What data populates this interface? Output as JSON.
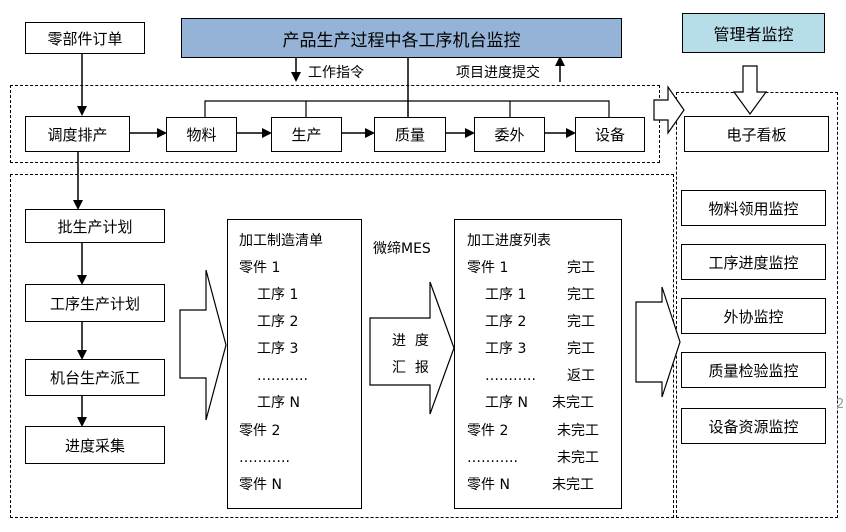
{
  "header": {
    "title": "产品生产过程中各工序机台监控"
  },
  "manager": {
    "title": "管理者监控"
  },
  "orders": {
    "label": "零部件订单"
  },
  "flow_labels": {
    "work_order": "工作指令",
    "progress_submit": "项目进度提交"
  },
  "top_row": {
    "schedule": "调度排产",
    "items": [
      "物料",
      "生产",
      "质量",
      "委外",
      "设备"
    ]
  },
  "dashboard": "电子看板",
  "left_chain": [
    "批生产计划",
    "工序生产计划",
    "机台生产派工",
    "进度采集"
  ],
  "mfg_list": {
    "title": "加工制造清单",
    "lines": [
      "零件 1",
      "工序 1",
      "工序 2",
      "工序 3",
      "………..",
      "工序 N",
      "零件 2",
      "………..",
      "零件 N"
    ]
  },
  "mes": {
    "label": "微缔MES",
    "arrow_line1": "进  度",
    "arrow_line2": "汇  报"
  },
  "progress_list": {
    "title": "加工进度列表",
    "rows": [
      {
        "name": "零件 1",
        "status": "完工"
      },
      {
        "name": "工序 1",
        "status": "完工"
      },
      {
        "name": "工序 2",
        "status": "完工"
      },
      {
        "name": "工序 3",
        "status": "完工"
      },
      {
        "name": "………..",
        "status": "返工"
      },
      {
        "name": "工序 N",
        "status": "未完工"
      },
      {
        "name": "零件 2",
        "status": "未完工"
      },
      {
        "name": "………..",
        "status": "未完工"
      },
      {
        "name": "零件 N",
        "status": "未完工"
      }
    ]
  },
  "monitors": [
    "物料领用监控",
    "工序进度监控",
    "外协监控",
    "质量检验监控",
    "设备资源监控"
  ],
  "edge_mark": "2"
}
